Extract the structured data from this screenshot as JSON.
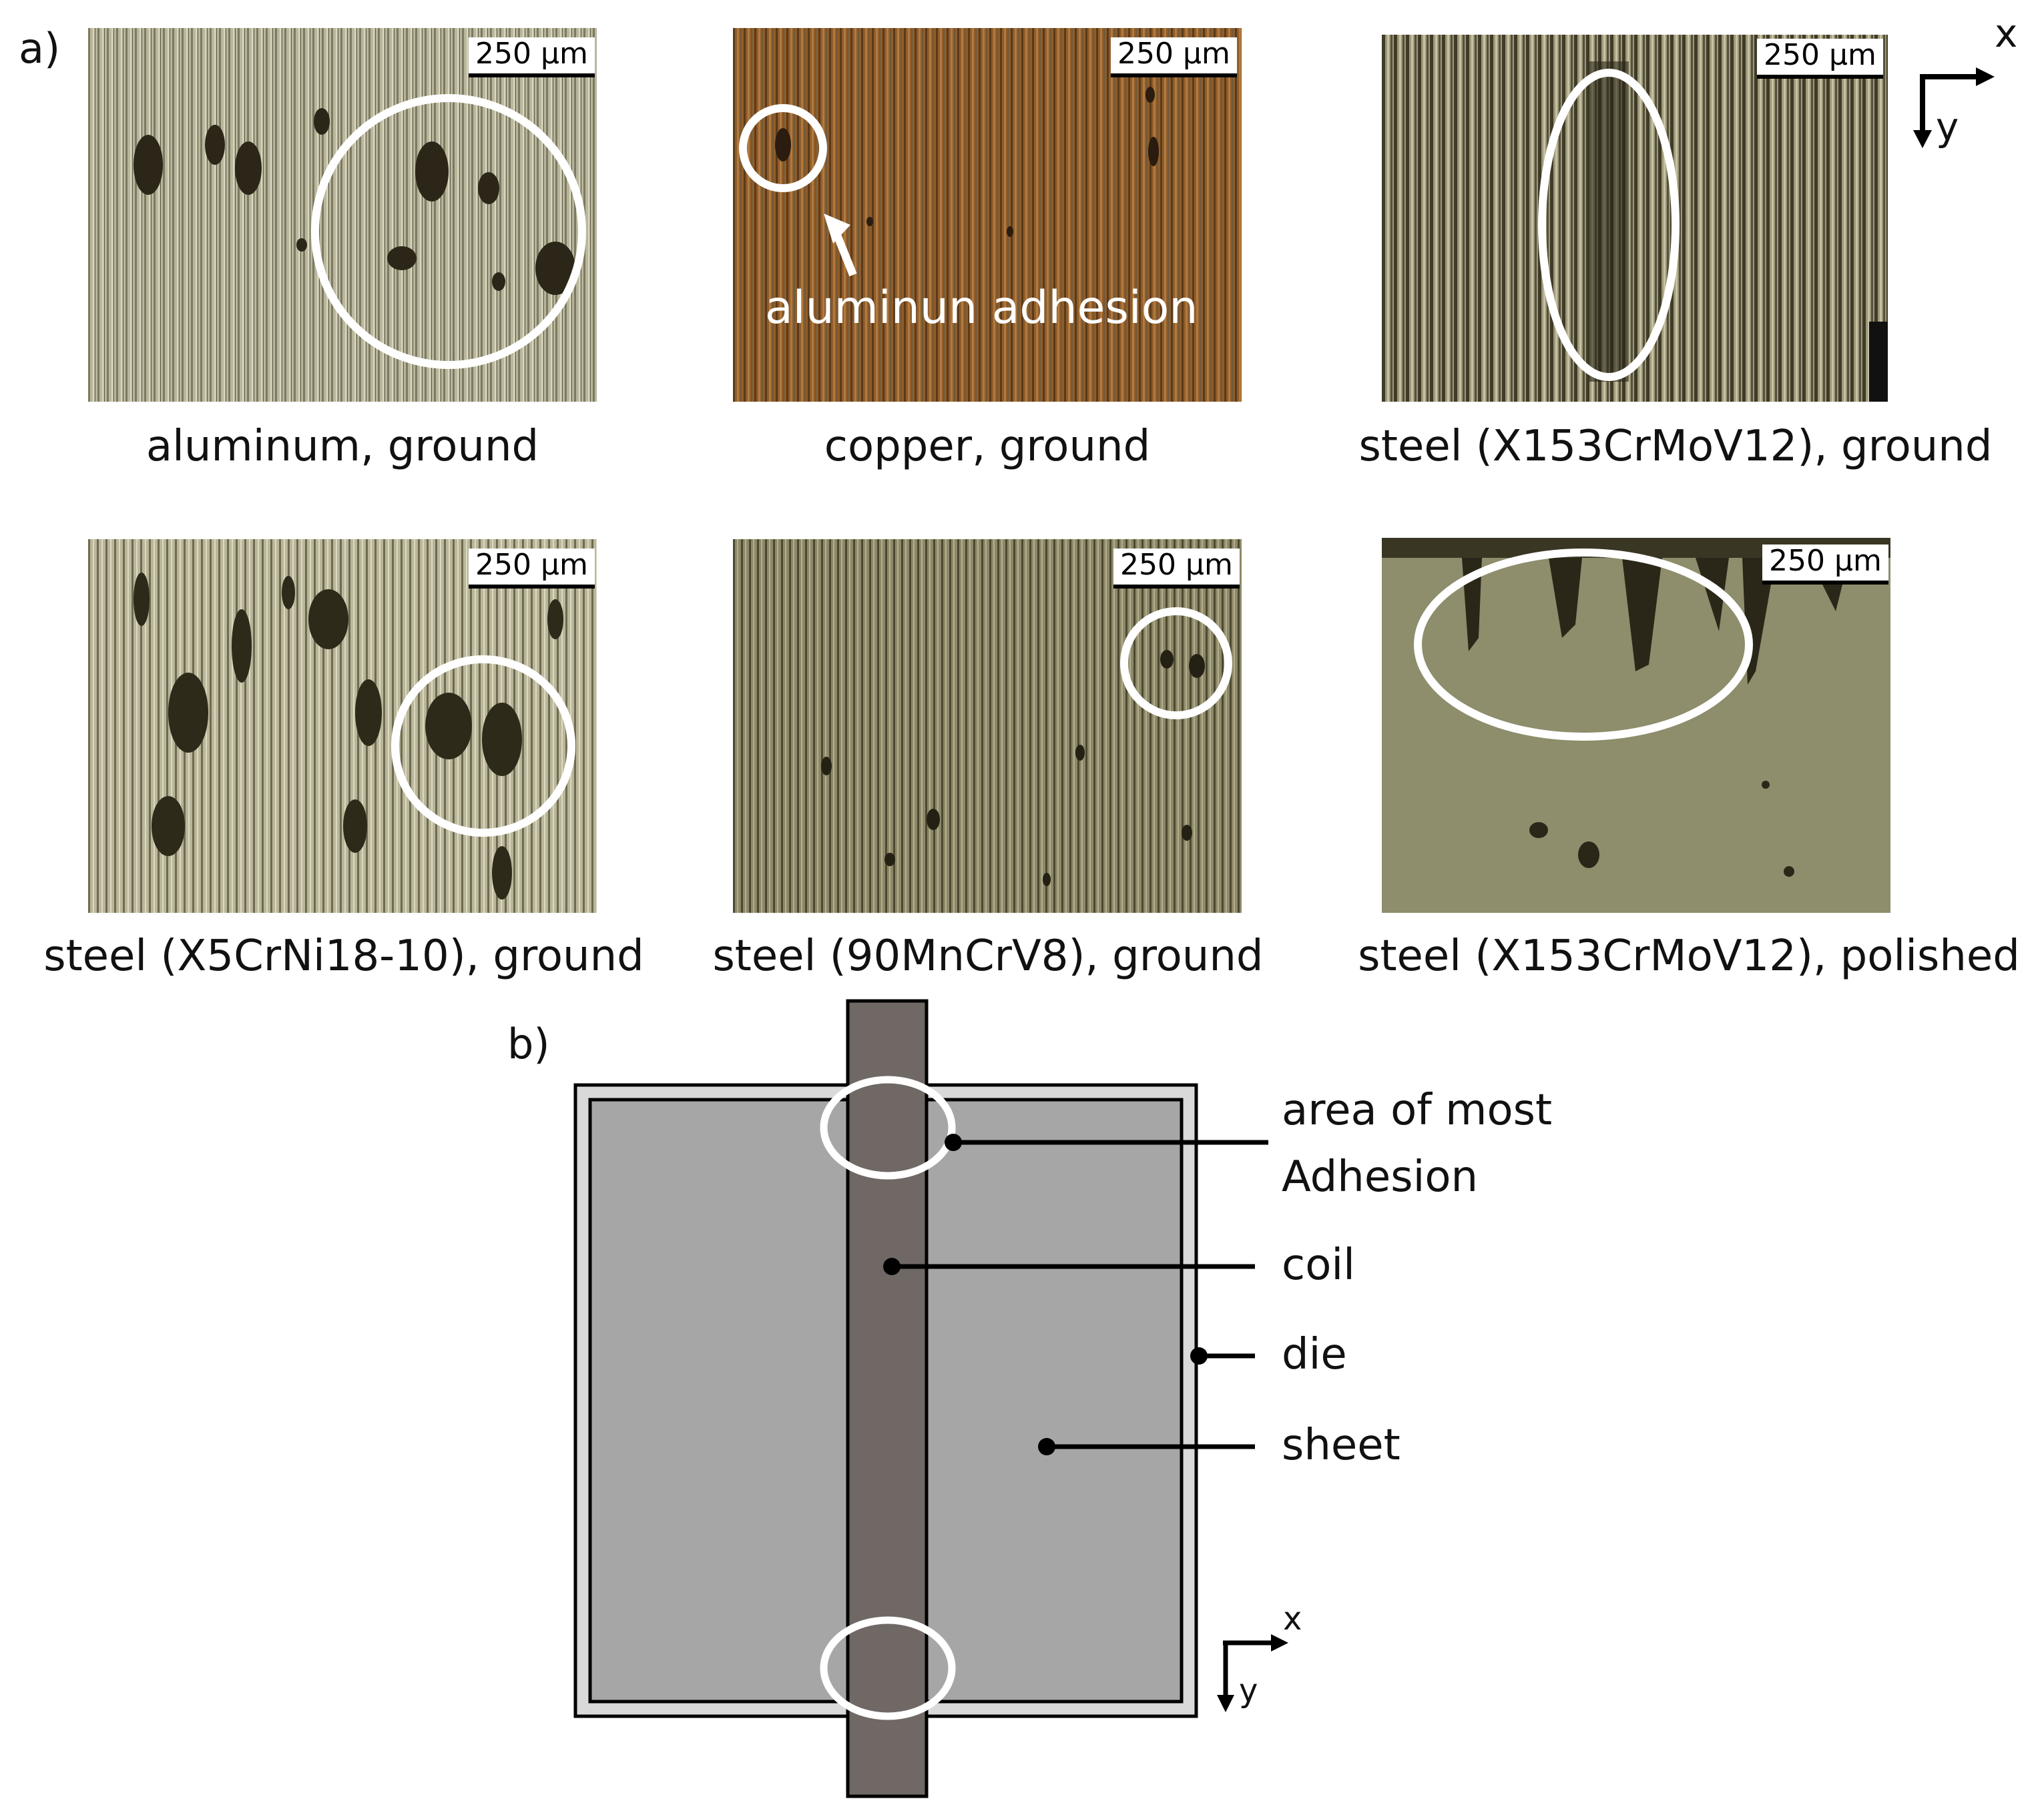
{
  "panel_a_label": "a)",
  "panel_b_label": "b)",
  "scale_label": "250 µm",
  "copper_annotation": "aluminun adhesion",
  "captions": [
    "aluminum, ground",
    "copper, ground",
    "steel (X153CrMoV12), ground",
    "steel (X5CrNi18-10), ground",
    "steel (90MnCrV8), ground",
    "steel (X153CrMoV12), polished"
  ],
  "axes": {
    "x": "x",
    "y": "y"
  },
  "diagram_labels": {
    "adhesion_line1": "area of most",
    "adhesion_line2": "Adhesion",
    "coil": "coil",
    "die": "die",
    "sheet": "sheet"
  },
  "colors": {
    "aluminum_surface": "#9d9a7e",
    "copper_surface": "#8a5a2a",
    "steel_rough_surface": "#6b6648",
    "steel_x5_surface": "#a8a488",
    "steel_90_surface": "#7f7a5c",
    "steel_polished_surface": "#8d8c6a",
    "die": "#d9d9d9",
    "sheet": "#a6a6a6",
    "coil": "#6f6865",
    "highlight": "#ffffff"
  }
}
